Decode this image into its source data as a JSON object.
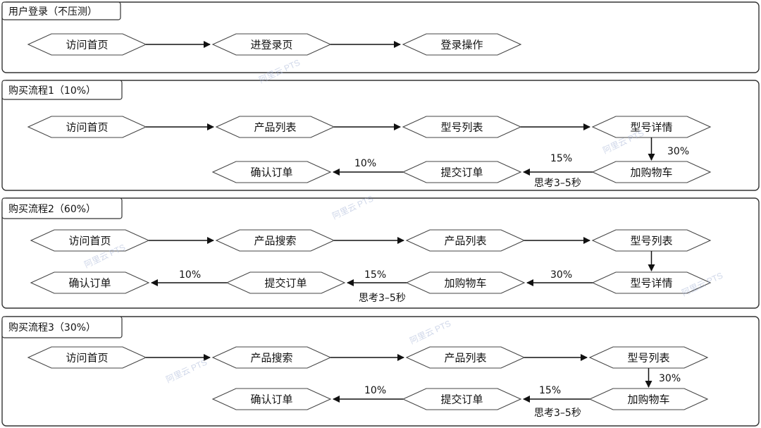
{
  "panels": [
    {
      "title": "用户登录（不压测）",
      "nodes": {
        "n1": "访问首页",
        "n2": "进登录页",
        "n3": "登录操作"
      },
      "edges": []
    },
    {
      "title": "购买流程1（10%）",
      "nodes": {
        "n1": "访问首页",
        "n2": "产品列表",
        "n3": "型号列表",
        "n4": "型号详情",
        "n5": "加购物车",
        "n6": "提交订单",
        "n7": "确认订单"
      },
      "edges": {
        "e4": "30%",
        "e5": "15%",
        "e5b": "思考3–5秒",
        "e6": "10%"
      }
    },
    {
      "title": "购买流程2（60%）",
      "nodes": {
        "n1": "访问首页",
        "n2": "产品搜索",
        "n3": "产品列表",
        "n4": "型号列表",
        "n5": "型号详情",
        "n6": "加购物车",
        "n7": "提交订单",
        "n8": "确认订单"
      },
      "edges": {
        "e5": "30%",
        "e6": "15%",
        "e6b": "思考3–5秒",
        "e7": "10%"
      }
    },
    {
      "title": "购买流程3（30%）",
      "nodes": {
        "n1": "访问首页",
        "n2": "产品搜索",
        "n3": "产品列表",
        "n4": "型号列表",
        "n5": "加购物车",
        "n6": "提交订单",
        "n7": "确认订单"
      },
      "edges": {
        "e4": "30%",
        "e5": "15%",
        "e5b": "思考3–5秒",
        "e6": "10%"
      }
    }
  ],
  "watermark": "阿里云 PTS"
}
